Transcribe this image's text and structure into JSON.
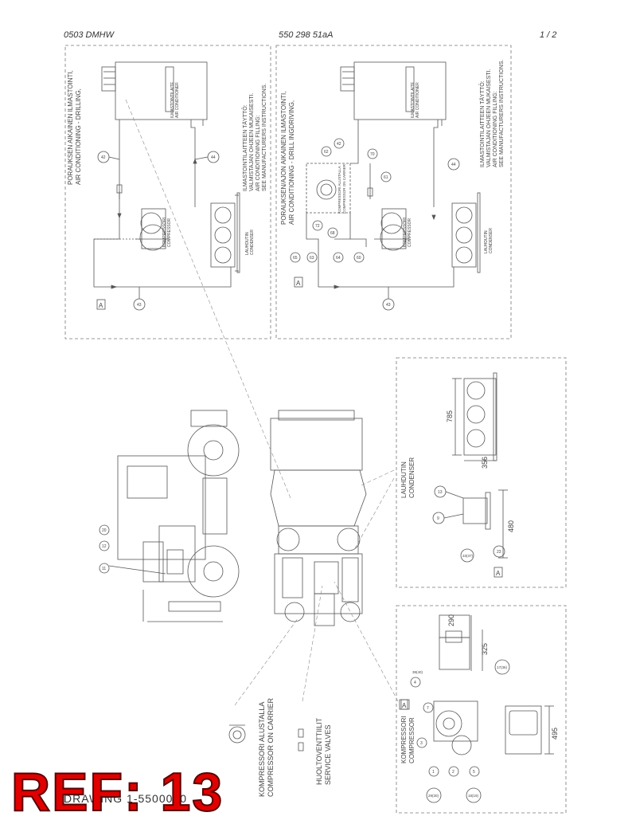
{
  "header": {
    "doc_code": "0503 DMHW",
    "part_number": "550 298 51aA",
    "page": "1 /  2"
  },
  "panels": {
    "drilling": {
      "title_fi": "PORAUKSEN AIKAINEN ILMASTOINTI,",
      "title_en": "AIR CONDITIONING - DRILLING,",
      "note_fi": "ILMASTOINTILAITTEEN TÄYTTÖ:",
      "note_fi2": "VALMISTAJAN OHJEEN MUKAISESTI.",
      "note_en": "AIR CONDITIONING FILLING:",
      "note_en2": "SEE MANUFACTURERS INSTRUCTIONS.",
      "unit_label_fi": "ILMASTOINTILAITE",
      "unit_label_en": "AIR CONDITIONER",
      "compressor_label_fi": "KOMPRESSORI",
      "compressor_label_en": "COMPRESSOR",
      "condenser_label_fi": "LAUHDUTIN",
      "condenser_label_en": "CONDENSER",
      "view_letter": "A",
      "callouts": [
        "42",
        "44",
        "43"
      ]
    },
    "tramming": {
      "title_fi": "PORAUKSEN/AJON AIKAINEN ILMASTOINTI,",
      "title_en": "AIR CONDITIONING - DRILL INGDRIVING,",
      "note_fi": "ILMASTOINTILAITTEEN TÄYTTÖ:",
      "note_fi2": "VALMISTAJAN OHJEEN MUKAISESTI.",
      "note_en": "AIR CONDITIONING FILLING:",
      "note_en2": "SEE MANUFACTURERS INSTRUCTIONS.",
      "unit_label_fi": "ILMASTOINTILAITE",
      "unit_label_en": "AIR CONDITIONER",
      "compressor_label_fi": "KOMPRESSORI",
      "compressor_label_en": "COMPRESSOR",
      "carrier_comp_label_fi": "KOMPRESSORI ALUSTALLA",
      "carrier_comp_label_en": "COMPRESSOR ON CARRIER",
      "condenser_label_fi": "LAUHDUTIN",
      "condenser_label_en": "CONDENSER",
      "view_letter": "A",
      "callouts": [
        "42",
        "62",
        "70",
        "61",
        "44",
        "72",
        "68",
        "65",
        "63",
        "64",
        "60",
        "43"
      ]
    },
    "condenser_detail": {
      "label_fi": "LAUHDUTIN",
      "label_en": "CONDENSER",
      "dim_length": "785",
      "dim_depth": "356",
      "dim_height": "480",
      "view_letter": "A",
      "callouts": [
        "13",
        "9",
        "33(37)",
        "23"
      ]
    },
    "compressor_detail": {
      "label_fi": "KOMPRESSORI",
      "label_en": "COMPRESSOR",
      "dim_a": "290",
      "dim_b": "325",
      "dim_c": "495",
      "view_letter": "A",
      "callouts": [
        "4",
        "7",
        "3",
        "1",
        "2",
        "5",
        "18(19)",
        "29(30)",
        "38(40)",
        "17(36)"
      ]
    }
  },
  "main_view": {
    "callouts": [
      "11",
      "12",
      "20"
    ],
    "carrier_comp_fi": "KOMPRESSORI ALUSTALLA",
    "carrier_comp_en": "COMPRESSOR ON CARRIER",
    "service_valves_fi": "HUOLTOVENTTIILIT",
    "service_valves_en": "SERVICE VALVES"
  },
  "footer": {
    "ref_stamp": "REF: 13",
    "drawing_number": "DRAWING 1-5500080"
  }
}
